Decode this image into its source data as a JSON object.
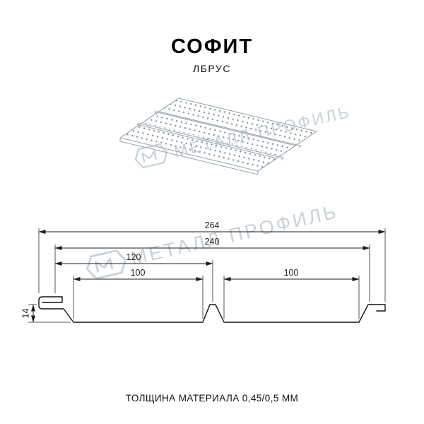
{
  "header": {
    "title": "СОФИТ",
    "subtitle": "ЛБРУС"
  },
  "footer": {
    "caption": "ТОЛЩИНА МАТЕРИАЛА 0,45/0,5 ММ"
  },
  "watermark": {
    "text": "МЕТАЛЛ ПРОФИЛЬ"
  },
  "diagram": {
    "type": "soffit panel cross-section with perforated 3d view",
    "dimensions": {
      "overall_width": "264",
      "working_width": "240",
      "half_width": "120",
      "module_left": "100",
      "module_right": "100",
      "height": "14"
    }
  },
  "colors": {
    "line": "#1c1c1c",
    "sketch": "#9aa8b2",
    "watermark": "#a3b5c3",
    "background": "#ffffff"
  }
}
